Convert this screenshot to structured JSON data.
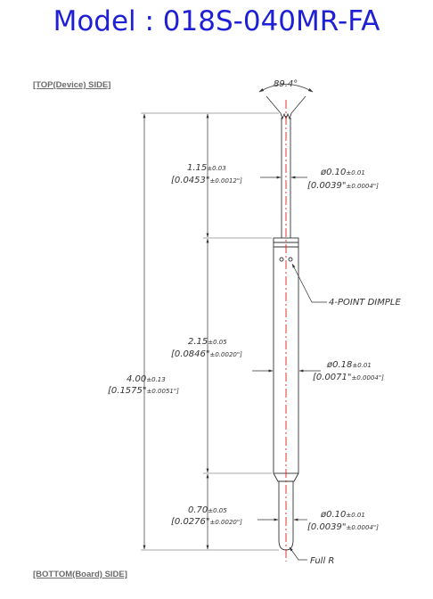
{
  "title": "Model : 018S-040MR-FA",
  "sides": {
    "top": "[TOP(Device) SIDE]",
    "bottom": "[BOTTOM(Board) SIDE]"
  },
  "angle": "89.4°",
  "overall": {
    "mm": "4.00",
    "mm_tol": "±0.13",
    "inch": "[0.1575\"",
    "inch_tol": "±0.0051\"]"
  },
  "top_len": {
    "mm": "1.15",
    "mm_tol": "±0.03",
    "inch": "[0.0453\"",
    "inch_tol": "±0.0012\"]"
  },
  "mid_len": {
    "mm": "2.15",
    "mm_tol": "±0.05",
    "inch": "[0.0846\"",
    "inch_tol": "±0.0020\"]"
  },
  "bot_len": {
    "mm": "0.70",
    "mm_tol": "±0.05",
    "inch": "[0.0276\"",
    "inch_tol": "±0.0020\"]"
  },
  "top_dia": {
    "mm": "ø0.10",
    "mm_tol": "±0.01",
    "inch": "[0.0039\"",
    "inch_tol": "±0.0004\"]"
  },
  "mid_dia": {
    "mm": "ø0.18",
    "mm_tol": "±0.01",
    "inch": "[0.0071\"",
    "inch_tol": "±0.0004\"]"
  },
  "bot_dia": {
    "mm": "ø0.10",
    "mm_tol": "±0.01",
    "inch": "[0.0039\"",
    "inch_tol": "±0.0004\"]"
  },
  "dimple": "4-POINT DIMPLE",
  "tip": "Full R",
  "colors": {
    "title": "#1f1fd6",
    "line": "#333333",
    "center": "#e0201c"
  }
}
